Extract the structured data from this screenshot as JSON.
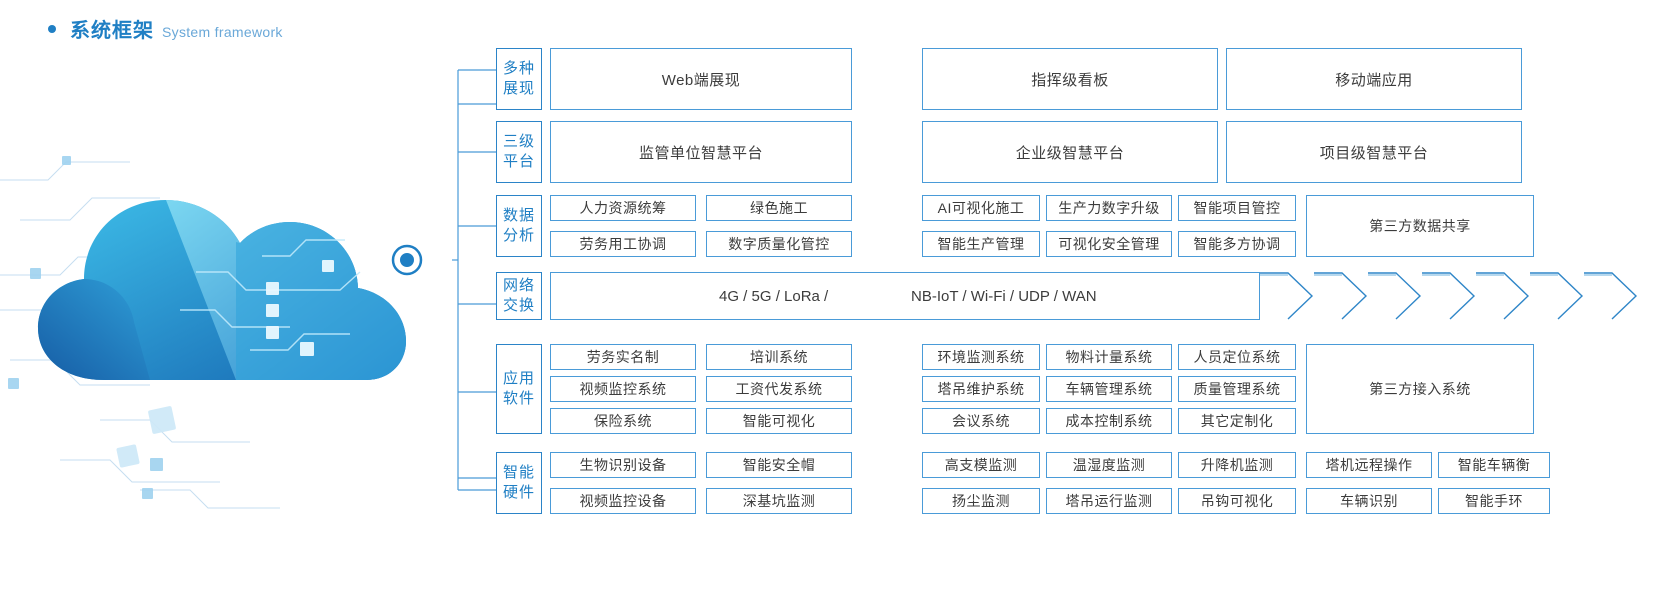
{
  "header": {
    "title_cn": "系统框架",
    "title_en": "System framework",
    "bullet_color": "#1f7fc4",
    "title_color": "#1f7fc4",
    "subtitle_color": "#6aa8d8"
  },
  "theme": {
    "border": "#4a9bd8",
    "category_border": "#2b84c8",
    "category_text": "#1f7fc4",
    "cell_text": "#3c3c3c",
    "cloud_dark": "#1a6fb5",
    "cloud_light": "#35b6e3"
  },
  "artwork": {
    "name": "cloud-computing-illustration",
    "node_dot": "connection-node"
  },
  "rows": [
    {
      "id": "presentation",
      "category": [
        "多种",
        "展现"
      ],
      "cells_left": [
        "Web端展现"
      ],
      "cells_mid": [
        "指挥级看板"
      ],
      "cells_right": [
        "移动端应用"
      ]
    },
    {
      "id": "platform",
      "category": [
        "三级",
        "平台"
      ],
      "cells_left": [
        "监管单位智慧平台"
      ],
      "cells_mid": [
        "企业级智慧平台"
      ],
      "cells_right": [
        "项目级智慧平台"
      ]
    },
    {
      "id": "data-analysis",
      "category": [
        "数据",
        "分析"
      ],
      "left_grid": [
        [
          "人力资源统筹",
          "绿色施工"
        ],
        [
          "劳务用工协调",
          "数字质量化管控"
        ]
      ],
      "right_grid": [
        [
          "AI可视化施工",
          "生产力数字升级",
          "智能项目管控"
        ],
        [
          "智能生产管理",
          "可视化安全管理",
          "智能多方协调"
        ]
      ],
      "tail": "第三方数据共享"
    },
    {
      "id": "network-exchange",
      "category": [
        "网络",
        "交换"
      ],
      "text_1": "4G / 5G / LoRa /",
      "text_2": "NB-IoT / Wi-Fi / UDP / WAN",
      "chevron_count": 7
    },
    {
      "id": "application-software",
      "category": [
        "应用",
        "软件"
      ],
      "left_grid": [
        [
          "劳务实名制",
          "培训系统"
        ],
        [
          "视频监控系统",
          "工资代发系统"
        ],
        [
          "保险系统",
          "智能可视化"
        ]
      ],
      "right_grid": [
        [
          "环境监测系统",
          "物料计量系统",
          "人员定位系统"
        ],
        [
          "塔吊维护系统",
          "车辆管理系统",
          "质量管理系统"
        ],
        [
          "会议系统",
          "成本控制系统",
          "其它定制化"
        ]
      ],
      "tail": "第三方接入系统"
    },
    {
      "id": "smart-hardware",
      "category": [
        "智能",
        "硬件"
      ],
      "left_grid": [
        [
          "生物识别设备",
          "智能安全帽"
        ],
        [
          "视频监控设备",
          "深基坑监测"
        ]
      ],
      "right_grid": [
        [
          "高支模监测",
          "温湿度监测",
          "升降机监测"
        ],
        [
          "扬尘监测",
          "塔吊运行监测",
          "吊钩可视化"
        ]
      ],
      "far_grid": [
        [
          "塔机远程操作",
          "智能车辆衡"
        ],
        [
          "车辆识别",
          "智能手环"
        ]
      ]
    }
  ]
}
